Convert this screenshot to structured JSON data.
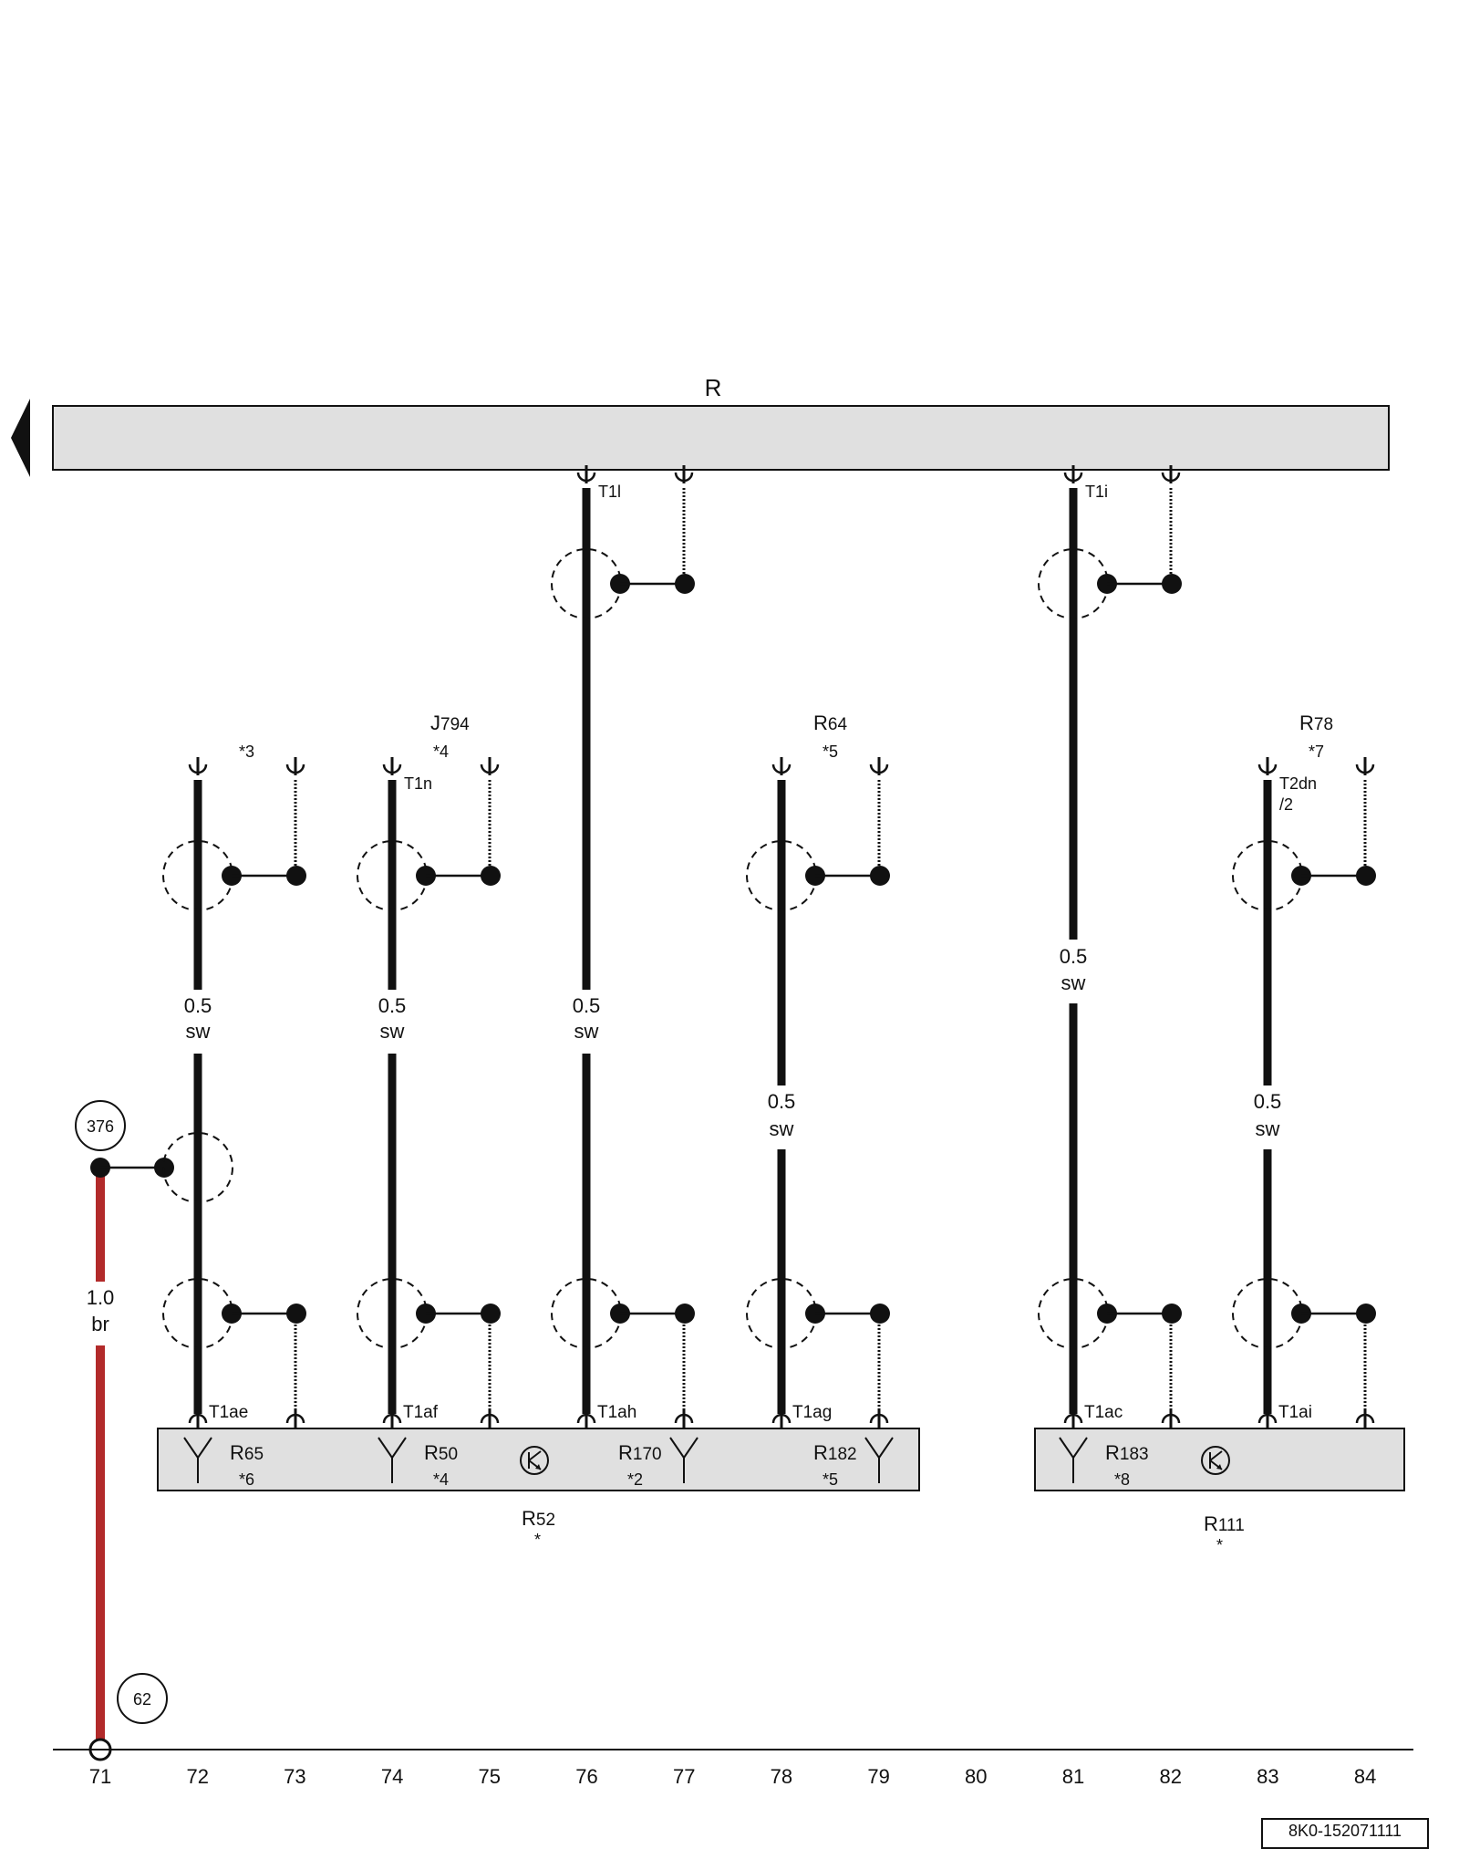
{
  "diagram": {
    "top_bus": {
      "label": "R"
    },
    "components": {
      "J794": {
        "name": "J",
        "sub": "794",
        "note": "*4"
      },
      "R64": {
        "name": "R",
        "sub": "64",
        "note": "*5"
      },
      "R78": {
        "name": "R",
        "sub": "78",
        "note": "*7"
      },
      "note3": {
        "note": "*3"
      }
    },
    "connectors": {
      "T1l": "T1l",
      "T1i": "T1i",
      "T1n": "T1n",
      "T2dn": "T2dn",
      "T2dn_pin": "/2",
      "T1ae": "T1ae",
      "T1af": "T1af",
      "T1ah": "T1ah",
      "T1ag": "T1ag",
      "T1ac": "T1ac",
      "T1ai": "T1ai"
    },
    "wires": [
      {
        "track": "72",
        "size": "0.5",
        "color": "sw"
      },
      {
        "track": "74",
        "size": "0.5",
        "color": "sw"
      },
      {
        "track": "76",
        "size": "0.5",
        "color": "sw"
      },
      {
        "track": "78",
        "size": "0.5",
        "color": "sw"
      },
      {
        "track": "81",
        "size": "0.5",
        "color": "sw"
      },
      {
        "track": "83",
        "size": "0.5",
        "color": "sw"
      },
      {
        "track": "71",
        "size": "1.0",
        "color": "br"
      }
    ],
    "ground_refs": {
      "top": "376",
      "bottom": "62"
    },
    "module_R52": {
      "label_name": "R",
      "label_sub": "52",
      "label_note": "*",
      "units": [
        {
          "name": "R",
          "sub": "65",
          "note": "*6"
        },
        {
          "name": "R",
          "sub": "50",
          "note": "*4"
        },
        {
          "name": "R",
          "sub": "170",
          "note": "*2"
        },
        {
          "name": "R",
          "sub": "182",
          "note": "*5"
        }
      ]
    },
    "module_R111": {
      "label_name": "R",
      "label_sub": "111",
      "label_note": "*",
      "units": [
        {
          "name": "R",
          "sub": "183",
          "note": "*8"
        }
      ]
    },
    "track_numbers": [
      "71",
      "72",
      "73",
      "74",
      "75",
      "76",
      "77",
      "78",
      "79",
      "80",
      "81",
      "82",
      "83",
      "84"
    ],
    "document_id": "8K0-152071111",
    "colors": {
      "wire_black": "#111111",
      "wire_brown": "#b22a2a",
      "panel_fill": "#e0e0e0"
    }
  }
}
